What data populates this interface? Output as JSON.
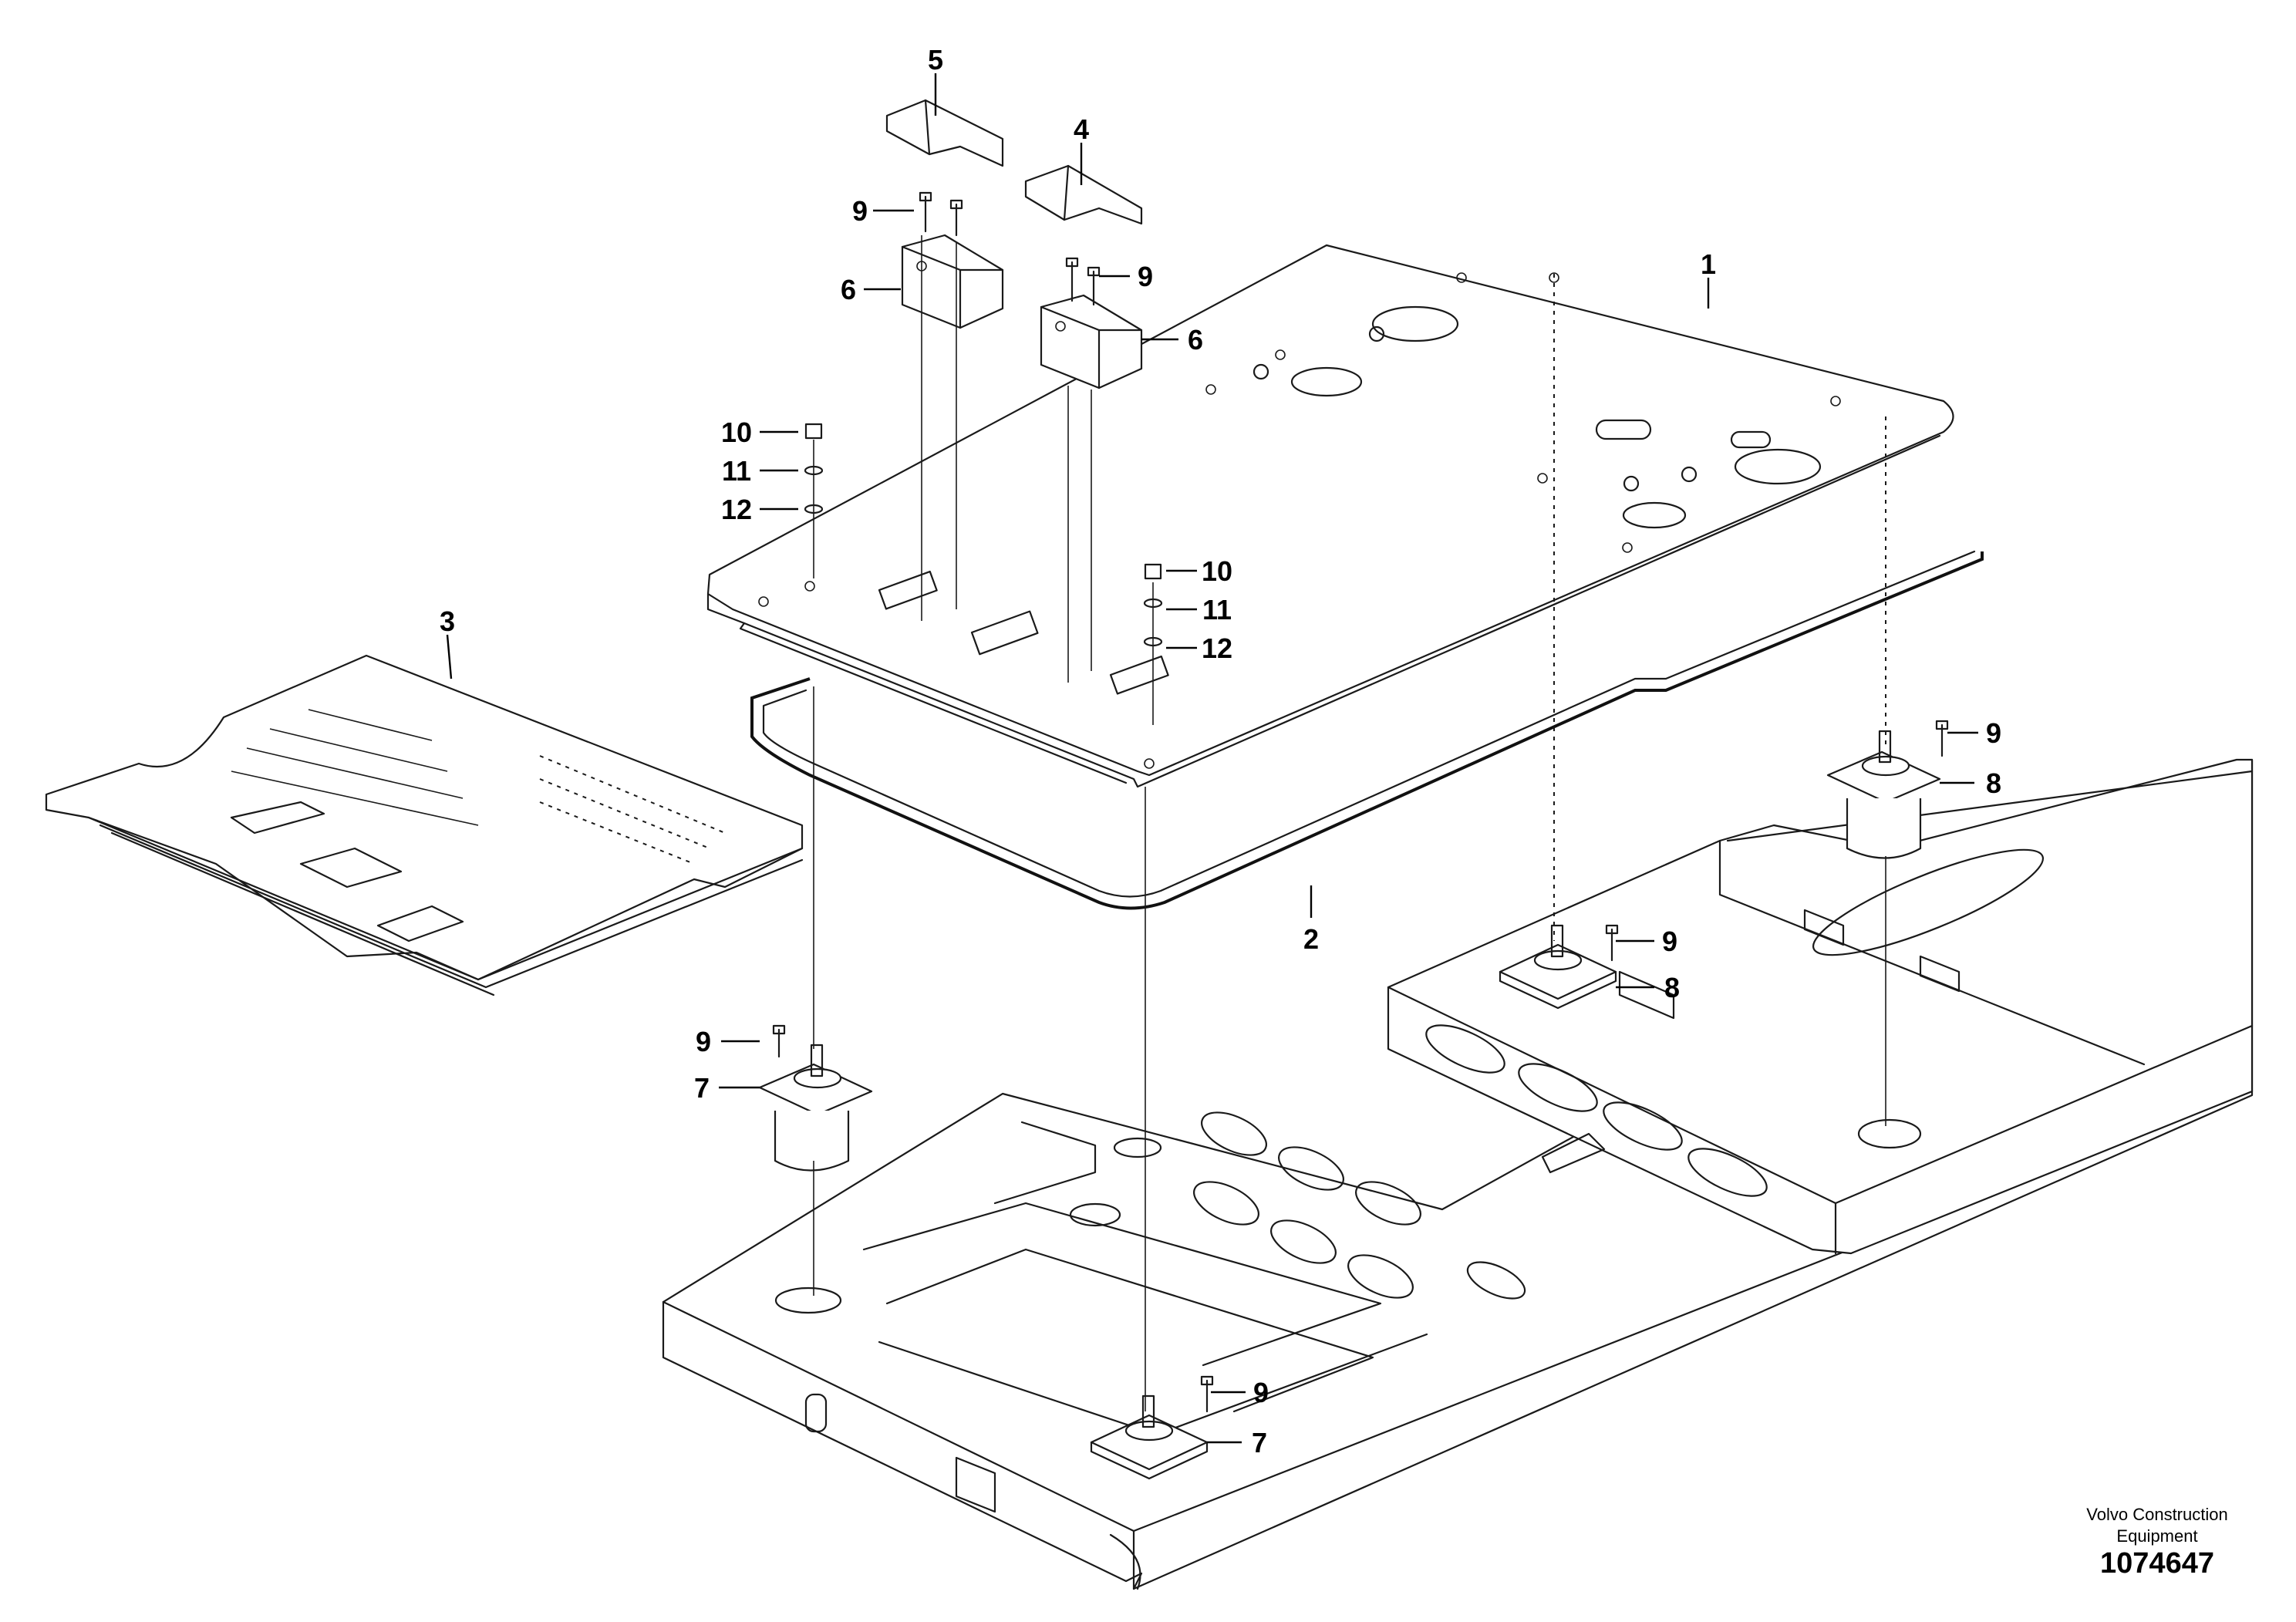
{
  "callouts": {
    "c1": "1",
    "c2": "2",
    "c3": "3",
    "c4": "4",
    "c5": "5",
    "c6a": "6",
    "c6b": "6",
    "c7a": "7",
    "c7b": "7",
    "c8a": "8",
    "c8b": "8",
    "c9a": "9",
    "c9b": "9",
    "c9c": "9",
    "c9d": "9",
    "c9e": "9",
    "c9f": "9",
    "c10a": "10",
    "c10b": "10",
    "c11a": "11",
    "c11b": "11",
    "c12a": "12",
    "c12b": "12"
  },
  "footer": {
    "brand_line1": "Volvo Construction",
    "brand_line2": "Equipment",
    "document_number": "1074647"
  }
}
